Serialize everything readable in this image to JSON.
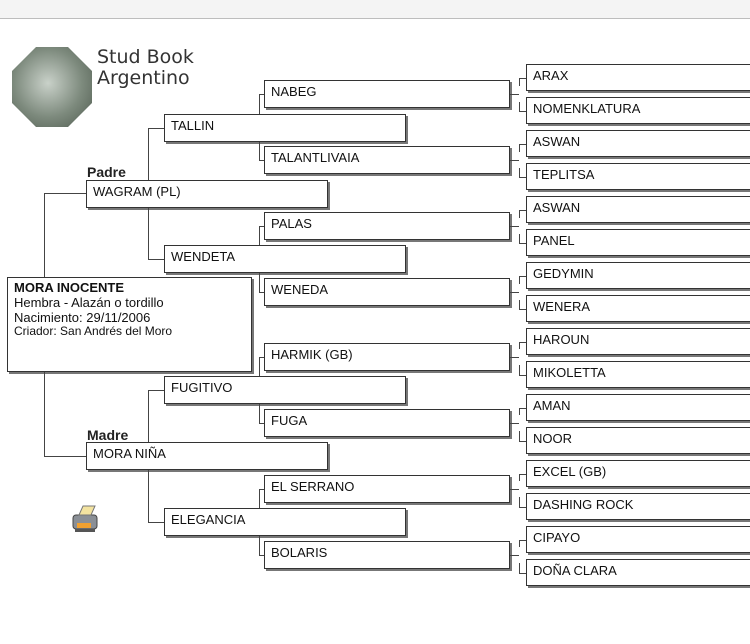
{
  "logo": {
    "line1": "Stud Book",
    "line2": "Argentino"
  },
  "subject": {
    "name": "MORA INOCENTE",
    "description": "Hembra - Alazán o tordillo",
    "birth": "Nacimiento: 29/11/2006",
    "breeder": "Criador: San Andrés del Moro"
  },
  "labels": {
    "sire": "Padre",
    "dam": "Madre"
  },
  "pedigree": {
    "gen1": [
      "WAGRAM (PL)",
      "MORA NIÑA"
    ],
    "gen2": [
      "TALLIN",
      "WENDETA",
      "FUGITIVO",
      "ELEGANCIA"
    ],
    "gen3": [
      "NABEG",
      "TALANTLIVAIA",
      "PALAS",
      "WENEDA",
      "HARMIK (GB)",
      "FUGA",
      "EL SERRANO",
      "BOLARIS"
    ],
    "gen4": [
      "ARAX",
      "NOMENKLATURA",
      "ASWAN",
      "TEPLITSA",
      "ASWAN",
      "PANEL",
      "GEDYMIN",
      "WENERA",
      "HAROUN",
      "MIKOLETTA",
      "AMAN",
      "NOOR",
      "EXCEL (GB)",
      "DASHING ROCK",
      "CIPAYO",
      "DOÑA CLARA"
    ]
  }
}
